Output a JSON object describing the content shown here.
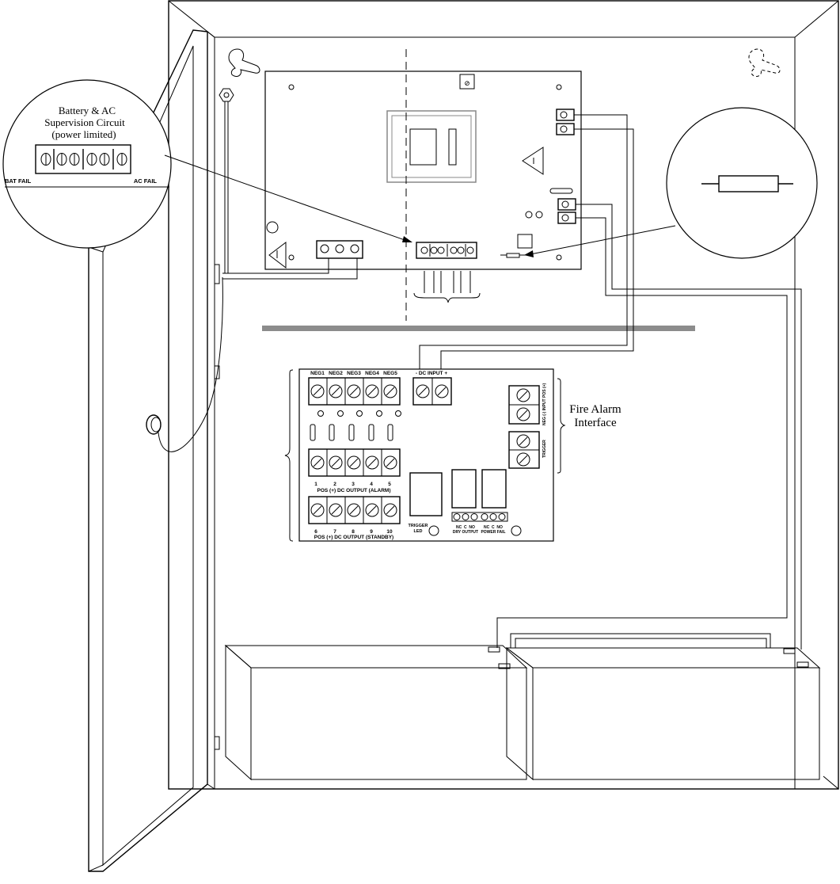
{
  "supervision_callout": {
    "title_line1": "Battery & AC",
    "title_line2": "Supervision Circuit",
    "title_line3": "(power limited)",
    "left_label": "BAT FAIL",
    "right_label": "AC FAIL"
  },
  "distribution_board": {
    "neg_labels": [
      "NEG1",
      "NEG2",
      "NEG3",
      "NEG4",
      "NEG5"
    ],
    "dc_input_label": "- DC INPUT +",
    "alarm_numbers": [
      "1",
      "2",
      "3",
      "4",
      "5"
    ],
    "alarm_output_label": "POS (+) DC OUTPUT (ALARM)",
    "standby_numbers": [
      "6",
      "7",
      "8",
      "9",
      "10"
    ],
    "standby_output_label": "POS (+) DC OUTPUT (STANDBY)",
    "trigger_led_line1": "TRIGGER",
    "trigger_led_line2": "LED",
    "dry_output_contacts": "NC  C  NO",
    "dry_output_label": "DRY OUTPUT",
    "power_fail_contacts": "NC  C  NO",
    "power_fail_label": "POWER FAIL",
    "input_side_label": "NEG (-) INPUT POS (+)",
    "trigger_side_label": "TRIGGER"
  },
  "fire_alarm_interface": {
    "line1": "Fire Alarm",
    "line2": "Interface"
  }
}
